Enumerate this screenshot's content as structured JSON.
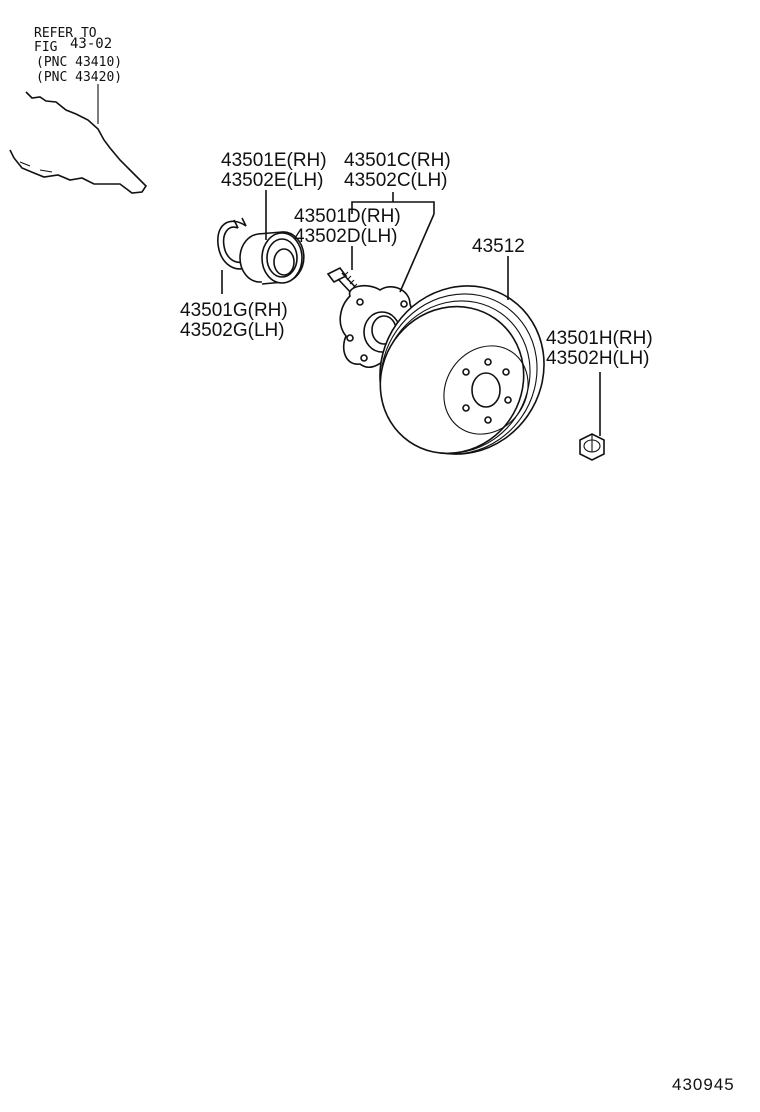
{
  "reference_note": {
    "line1": "REFER TO",
    "line2_prefix": "FIG",
    "line2_fig": "43-02",
    "line3": "(PNC 43410)",
    "line4": "(PNC 43420)"
  },
  "callouts": {
    "bearing_rh": "43501E(RH)",
    "bearing_lh": "43502E(LH)",
    "hub_rh": "43501C(RH)",
    "hub_lh": "43502C(LH)",
    "bolt_rh": "43501D(RH)",
    "bolt_lh": "43502D(LH)",
    "disc": "43512",
    "snap_ring_rh": "43501G(RH)",
    "snap_ring_lh": "43502G(LH)",
    "nut_rh": "43501H(RH)",
    "nut_lh": "43502H(LH)"
  },
  "figure_number": "430945"
}
